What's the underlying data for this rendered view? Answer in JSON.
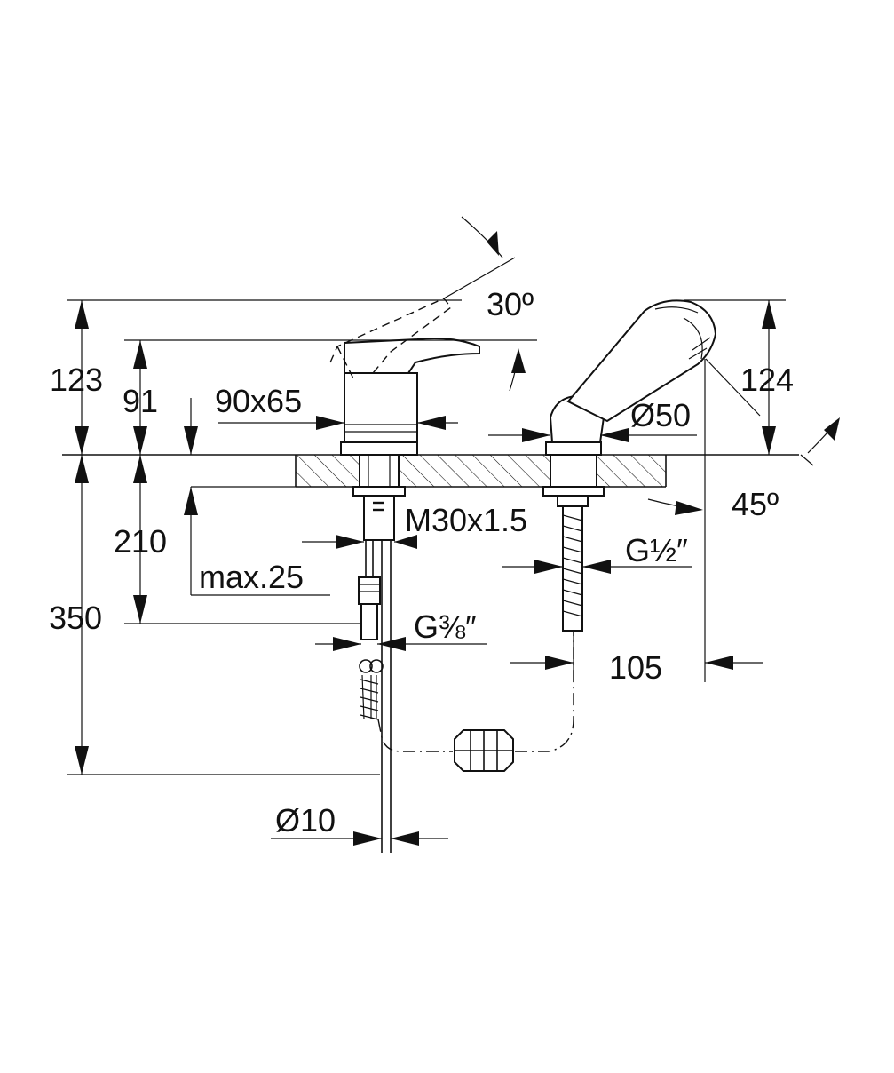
{
  "dimensions": {
    "angle_lever": "30º",
    "height_total_mixer": "123",
    "height_lever": "91",
    "rosette_size": "90x65",
    "height_shower": "124",
    "shower_diameter": "Ø50",
    "angle_shower": "45º",
    "thread_mixer": "M30x1.5",
    "depth_below": "210",
    "deck_thickness": "max.25",
    "length_total": "350",
    "connection_hose": "G⅜″",
    "connection_shower": "G½″",
    "offset_shower": "105",
    "tube_diameter": "Ø10"
  },
  "colors": {
    "line": "#111111",
    "background": "#ffffff"
  }
}
